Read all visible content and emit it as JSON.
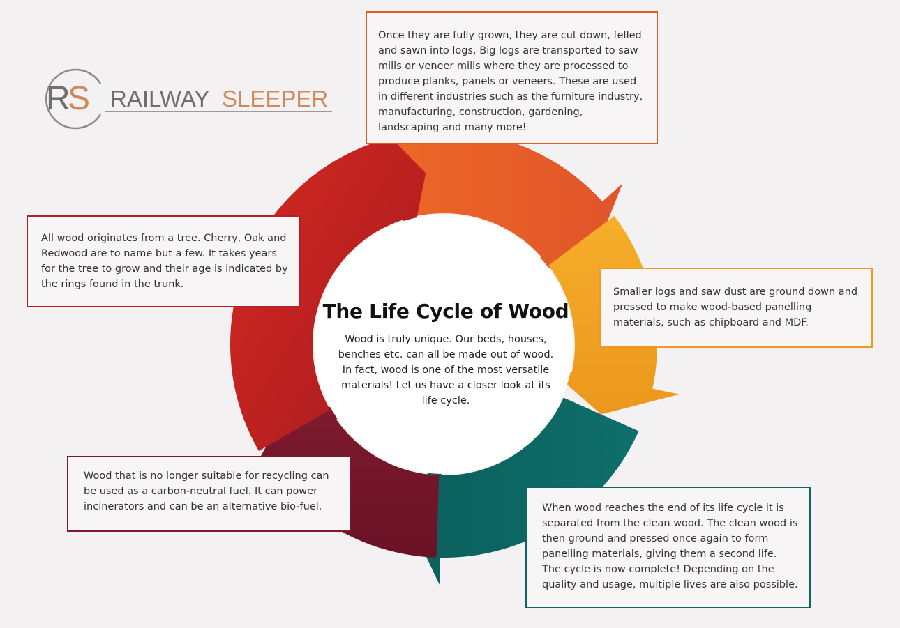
{
  "logo": {
    "initials": "RS",
    "word1": "RAILWAY",
    "word2": "SLEEPER",
    "colors": {
      "gray": "#6e6e6e",
      "copper": "#cf8a5c"
    }
  },
  "center": {
    "title": "The Life Cycle of Wood",
    "description": "Wood is truly unique. Our beds, houses, benches etc. can all be made out of wood. In fact, wood is one of the most versatile materials! Let us have a closer look at its life cycle."
  },
  "stages": [
    {
      "id": "tree",
      "color": "#b61f24",
      "text": "All wood originates from a tree. Cherry, Oak and Redwood are to name but a few. It takes years for the tree to grow and their age is indicated by the rings found in the trunk."
    },
    {
      "id": "felling",
      "color": "#e55a27",
      "text": "Once they are fully grown, they are cut down, felled and sawn into logs. Big logs are transported to saw mills or veneer mills where they are processed to produce planks, panels or veneers. These are used in different industries such as the furniture industry, manufacturing, construction, gardening, landscaping and many more!"
    },
    {
      "id": "panels",
      "color": "#eb9a22",
      "text": "Smaller logs and saw dust are ground down and pressed to make wood-based panelling materials, such as chipboard and MDF."
    },
    {
      "id": "recycle",
      "color": "#0e6664",
      "text": "When wood reaches the end of its life cycle it is separated from the clean wood. The clean wood is then ground and pressed once again to form panelling materials, giving them a second life. The cycle is now complete! Depending on the quality and usage, multiple lives are also possible."
    },
    {
      "id": "fuel",
      "color": "#7b1a2c",
      "text": "Wood that is no longer suitable for recycling can be used as a carbon-neutral fuel. It can power incinerators and can be an alternative bio-fuel."
    }
  ]
}
